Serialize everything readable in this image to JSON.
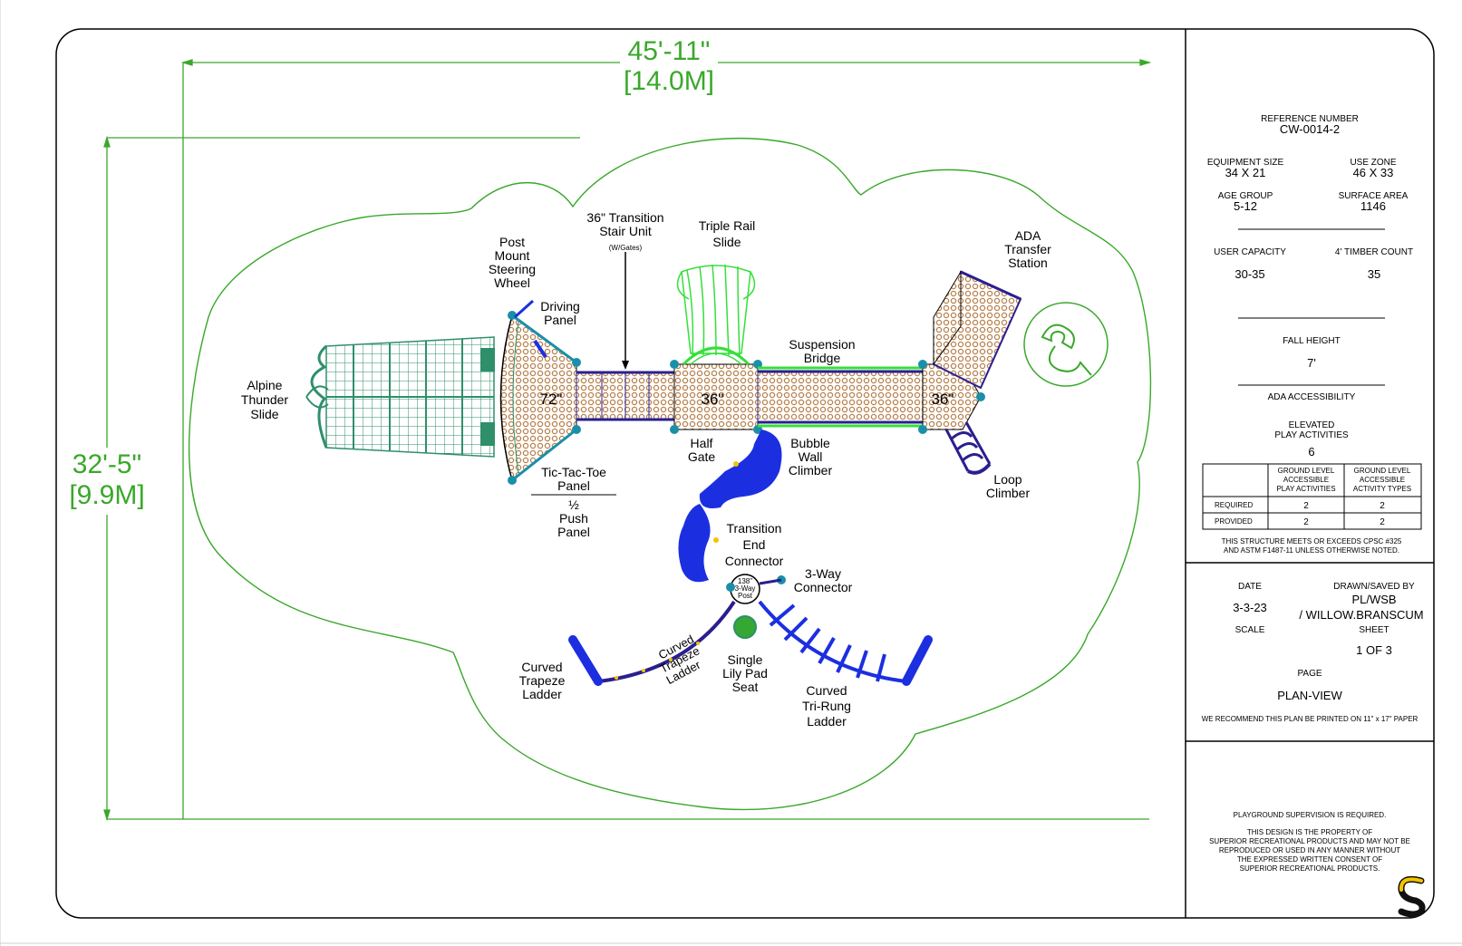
{
  "colors": {
    "outline": "#000000",
    "dimension": "#3aa82a",
    "deck": "#b9824e",
    "frame": "#2a1f8f",
    "slide_green": "#2f8f6b",
    "triple_rail": "#34e03a",
    "climber_blue": "#1c2fe0",
    "post": "#1a8fa8",
    "accent_yellow": "#f5c400"
  },
  "dimensions": {
    "width_ft": "45'-11\"",
    "width_m": "[14.0M]",
    "height_ft": "32'-5\"",
    "height_m": "[9.9M]"
  },
  "deck_heights": {
    "left": "72\"",
    "center": "36\"",
    "right": "36\""
  },
  "labels": {
    "alpine": [
      "Alpine",
      "Thunder",
      "Slide"
    ],
    "steering": [
      "Post",
      "Mount",
      "Steering",
      "Wheel"
    ],
    "driving": [
      "Driving",
      "Panel"
    ],
    "stair": [
      "36\" Transition",
      "Stair Unit"
    ],
    "stair_note": "(W/Gates)",
    "triple": [
      "Triple Rail",
      "Slide"
    ],
    "ada": [
      "ADA",
      "Transfer",
      "Station"
    ],
    "suspension": [
      "Suspension",
      "Bridge"
    ],
    "tictac": [
      "Tic-Tac-Toe",
      "Panel"
    ],
    "push": [
      "½",
      "Push",
      "Panel"
    ],
    "halfgate": [
      "Half",
      "Gate"
    ],
    "bubble": [
      "Bubble",
      "Wall",
      "Climber"
    ],
    "loop": [
      "Loop",
      "Climber"
    ],
    "transition_end": [
      "Transition",
      "End",
      "Connector"
    ],
    "threeway": [
      "3-Way",
      "Connector"
    ],
    "post_tag": [
      "138\"",
      "3-Way",
      "Post"
    ],
    "curved_trapeze": [
      "Curved",
      "Trapeze",
      "Ladder"
    ],
    "curved_trapeze_inline": [
      "Curved",
      "Trapeze",
      "Ladder"
    ],
    "lily": [
      "Single",
      "Lily Pad",
      "Seat"
    ],
    "trirung": [
      "Curved",
      "Tri-Rung",
      "Ladder"
    ]
  },
  "title_block": {
    "reference_label": "REFERENCE NUMBER",
    "reference_value": "CW-0014-2",
    "equipment_size_label": "EQUIPMENT SIZE",
    "equipment_size_value": "34  X  21",
    "use_zone_label": "USE ZONE",
    "use_zone_value": "46  X  33",
    "age_group_label": "AGE GROUP",
    "age_group_value": "5-12",
    "surface_area_label": "SURFACE AREA",
    "surface_area_value": "1146",
    "user_capacity_label": "USER CAPACITY",
    "user_capacity_value": "30-35",
    "timber_label": "4' TIMBER COUNT",
    "timber_value": "35",
    "fall_height_label": "FALL HEIGHT",
    "fall_height_value": "7'",
    "ada_label": "ADA ACCESSIBILITY",
    "elevated_label_1": "ELEVATED",
    "elevated_label_2": "PLAY ACTIVITIES",
    "elevated_value": "6",
    "table_headers": [
      [
        "GROUND LEVEL",
        "ACCESSIBLE",
        "PLAY ACTIVITIES"
      ],
      [
        "GROUND LEVEL",
        "ACCESSIBLE",
        "ACTIVITY TYPES"
      ]
    ],
    "table_rows": [
      {
        "label": "REQUIRED",
        "values": [
          "2",
          "2"
        ]
      },
      {
        "label": "PROVIDED",
        "values": [
          "2",
          "2"
        ]
      }
    ],
    "cpsc_note_1": "THIS STRUCTURE MEETS OR EXCEEDS CPSC #325",
    "cpsc_note_2": "AND ASTM F1487-11 UNLESS OTHERWISE NOTED.",
    "date_label": "DATE",
    "date_value": "3-3-23",
    "drawn_label": "DRAWN/SAVED BY",
    "drawn_value_1": "PL/WSB",
    "drawn_value_2": "/ WILLOW.BRANSCUM",
    "scale_label": "SCALE",
    "sheet_label": "SHEET",
    "sheet_value": "1  OF  3",
    "page_label": "PAGE",
    "page_value": "PLAN-VIEW",
    "print_note": "WE RECOMMEND THIS PLAN BE PRINTED ON 11\" x 17\" PAPER",
    "supervision": "PLAYGROUND SUPERVISION IS REQUIRED.",
    "property_lines": [
      "THIS DESIGN IS THE PROPERTY OF",
      "SUPERIOR RECREATIONAL PRODUCTS AND MAY NOT BE",
      "REPRODUCED OR USED IN ANY MANNER WITHOUT",
      "THE EXPRESSED WRITTEN CONSENT OF",
      "SUPERIOR RECREATIONAL PRODUCTS."
    ]
  }
}
